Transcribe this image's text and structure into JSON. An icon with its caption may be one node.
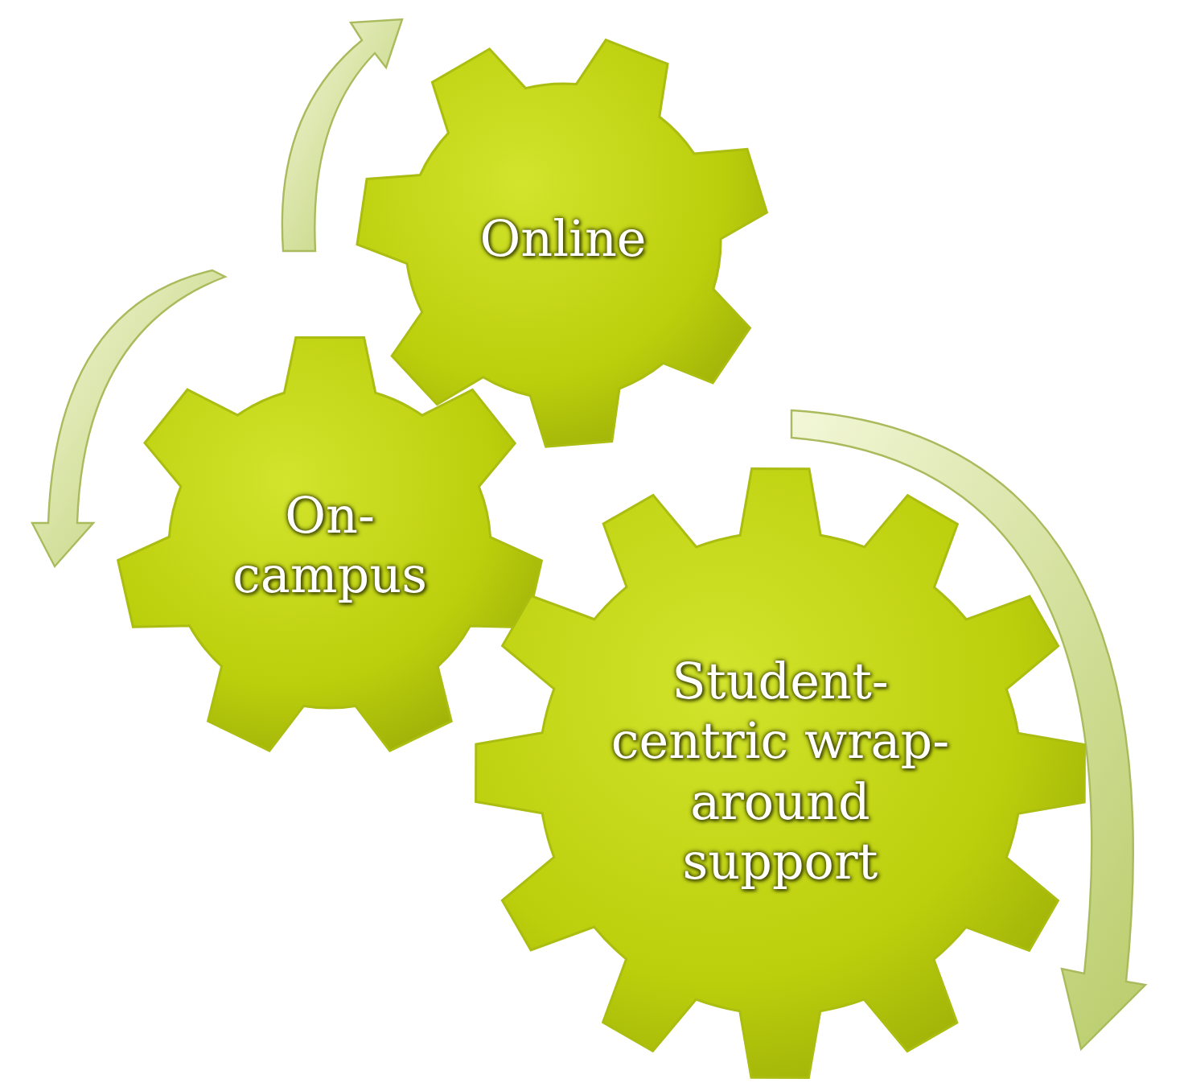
{
  "diagram": {
    "nodes": [
      {
        "text": [
          "Online"
        ]
      },
      {
        "text": [
          "On-campus"
        ]
      },
      {
        "text": [
          "Student-centric wrap-around support"
        ]
      }
    ]
  }
}
